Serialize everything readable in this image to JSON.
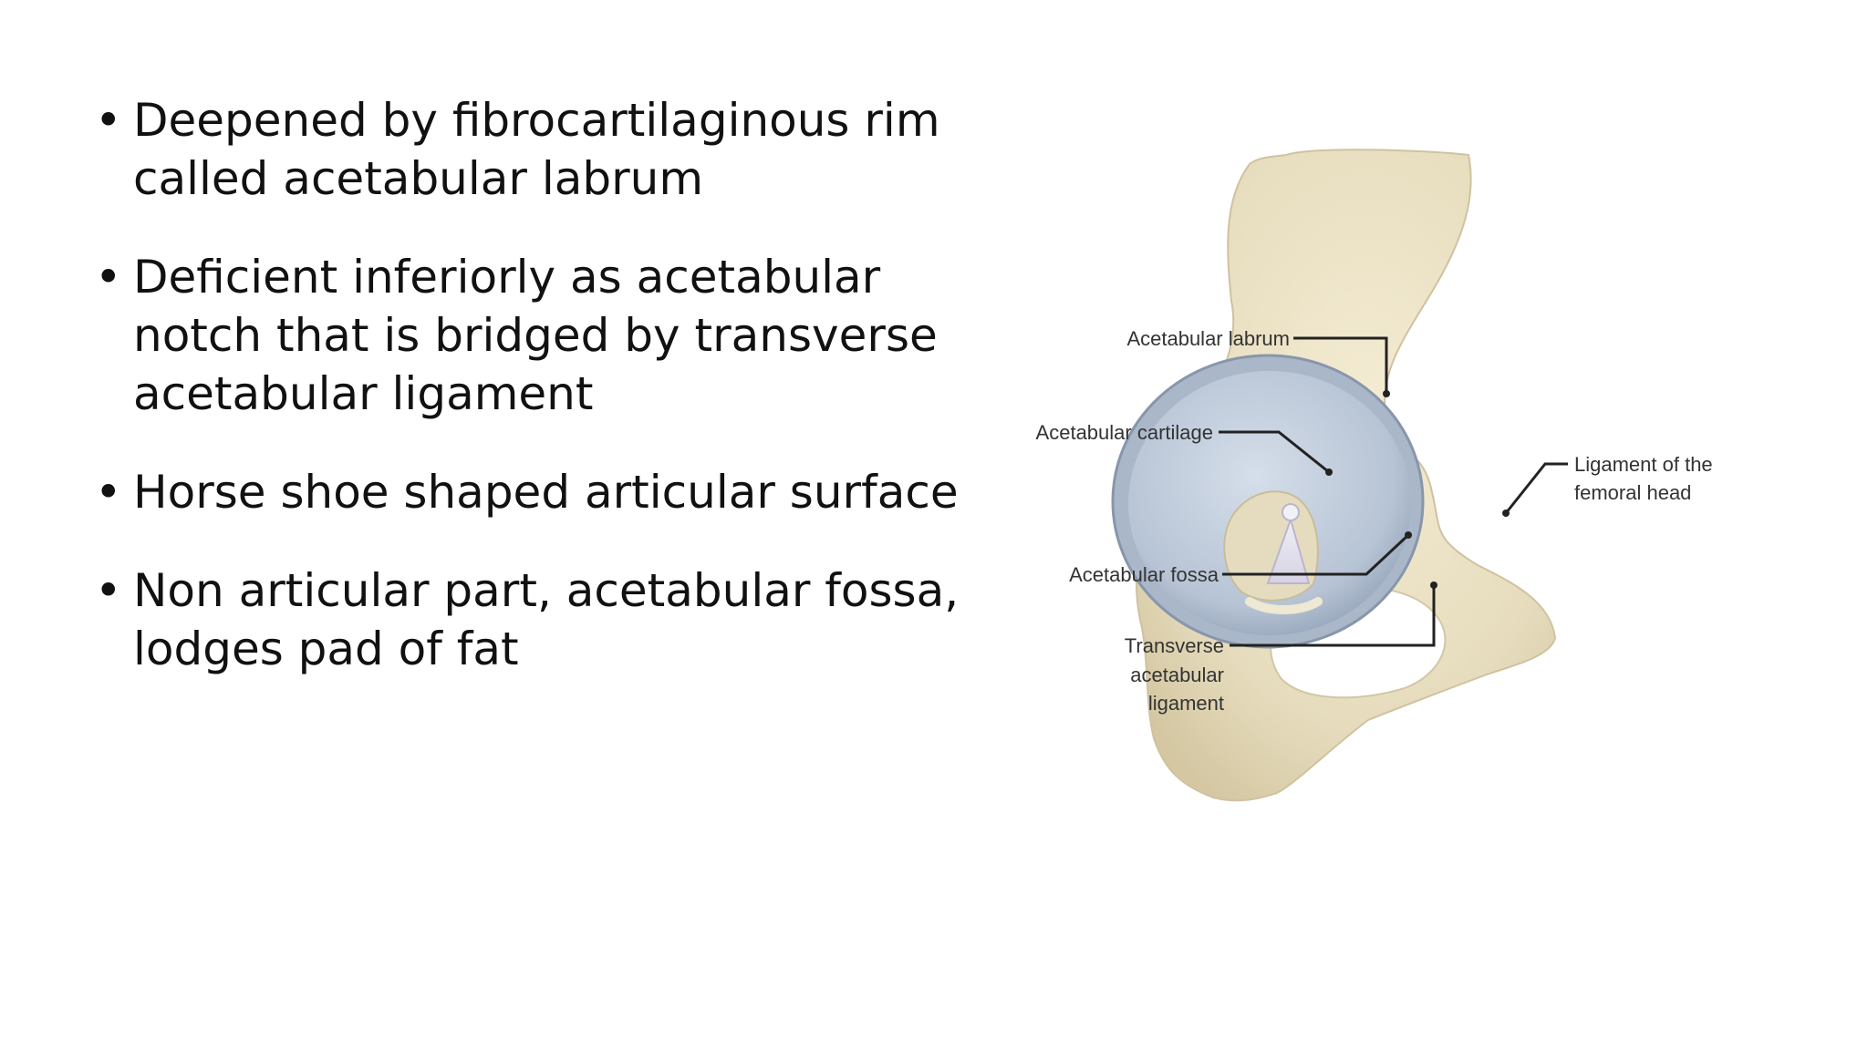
{
  "slide": {
    "bullets": [
      "Deepened by fibrocartilaginous rim called acetabular labrum",
      "Deficient inferiorly as acetabular notch that is bridged by transverse acetabular ligament",
      "Horse shoe shaped articular surface",
      "Non articular part, acetabular fossa, lodges pad of fat"
    ],
    "bullet_glyph": "•"
  },
  "diagram": {
    "labels": {
      "labrum": "Acetabular labrum",
      "cartilage": "Acetabular cartilage",
      "ligament_head_1": "Ligament of the",
      "ligament_head_2": "femoral head",
      "fossa": "Acetabular fossa",
      "transverse_1": "Transverse",
      "transverse_2": "acetabular",
      "transverse_3": "ligament"
    },
    "colors": {
      "bone": "#ece3c8",
      "cartilage": "#b9c6d6",
      "leader_line": "#222222"
    }
  }
}
